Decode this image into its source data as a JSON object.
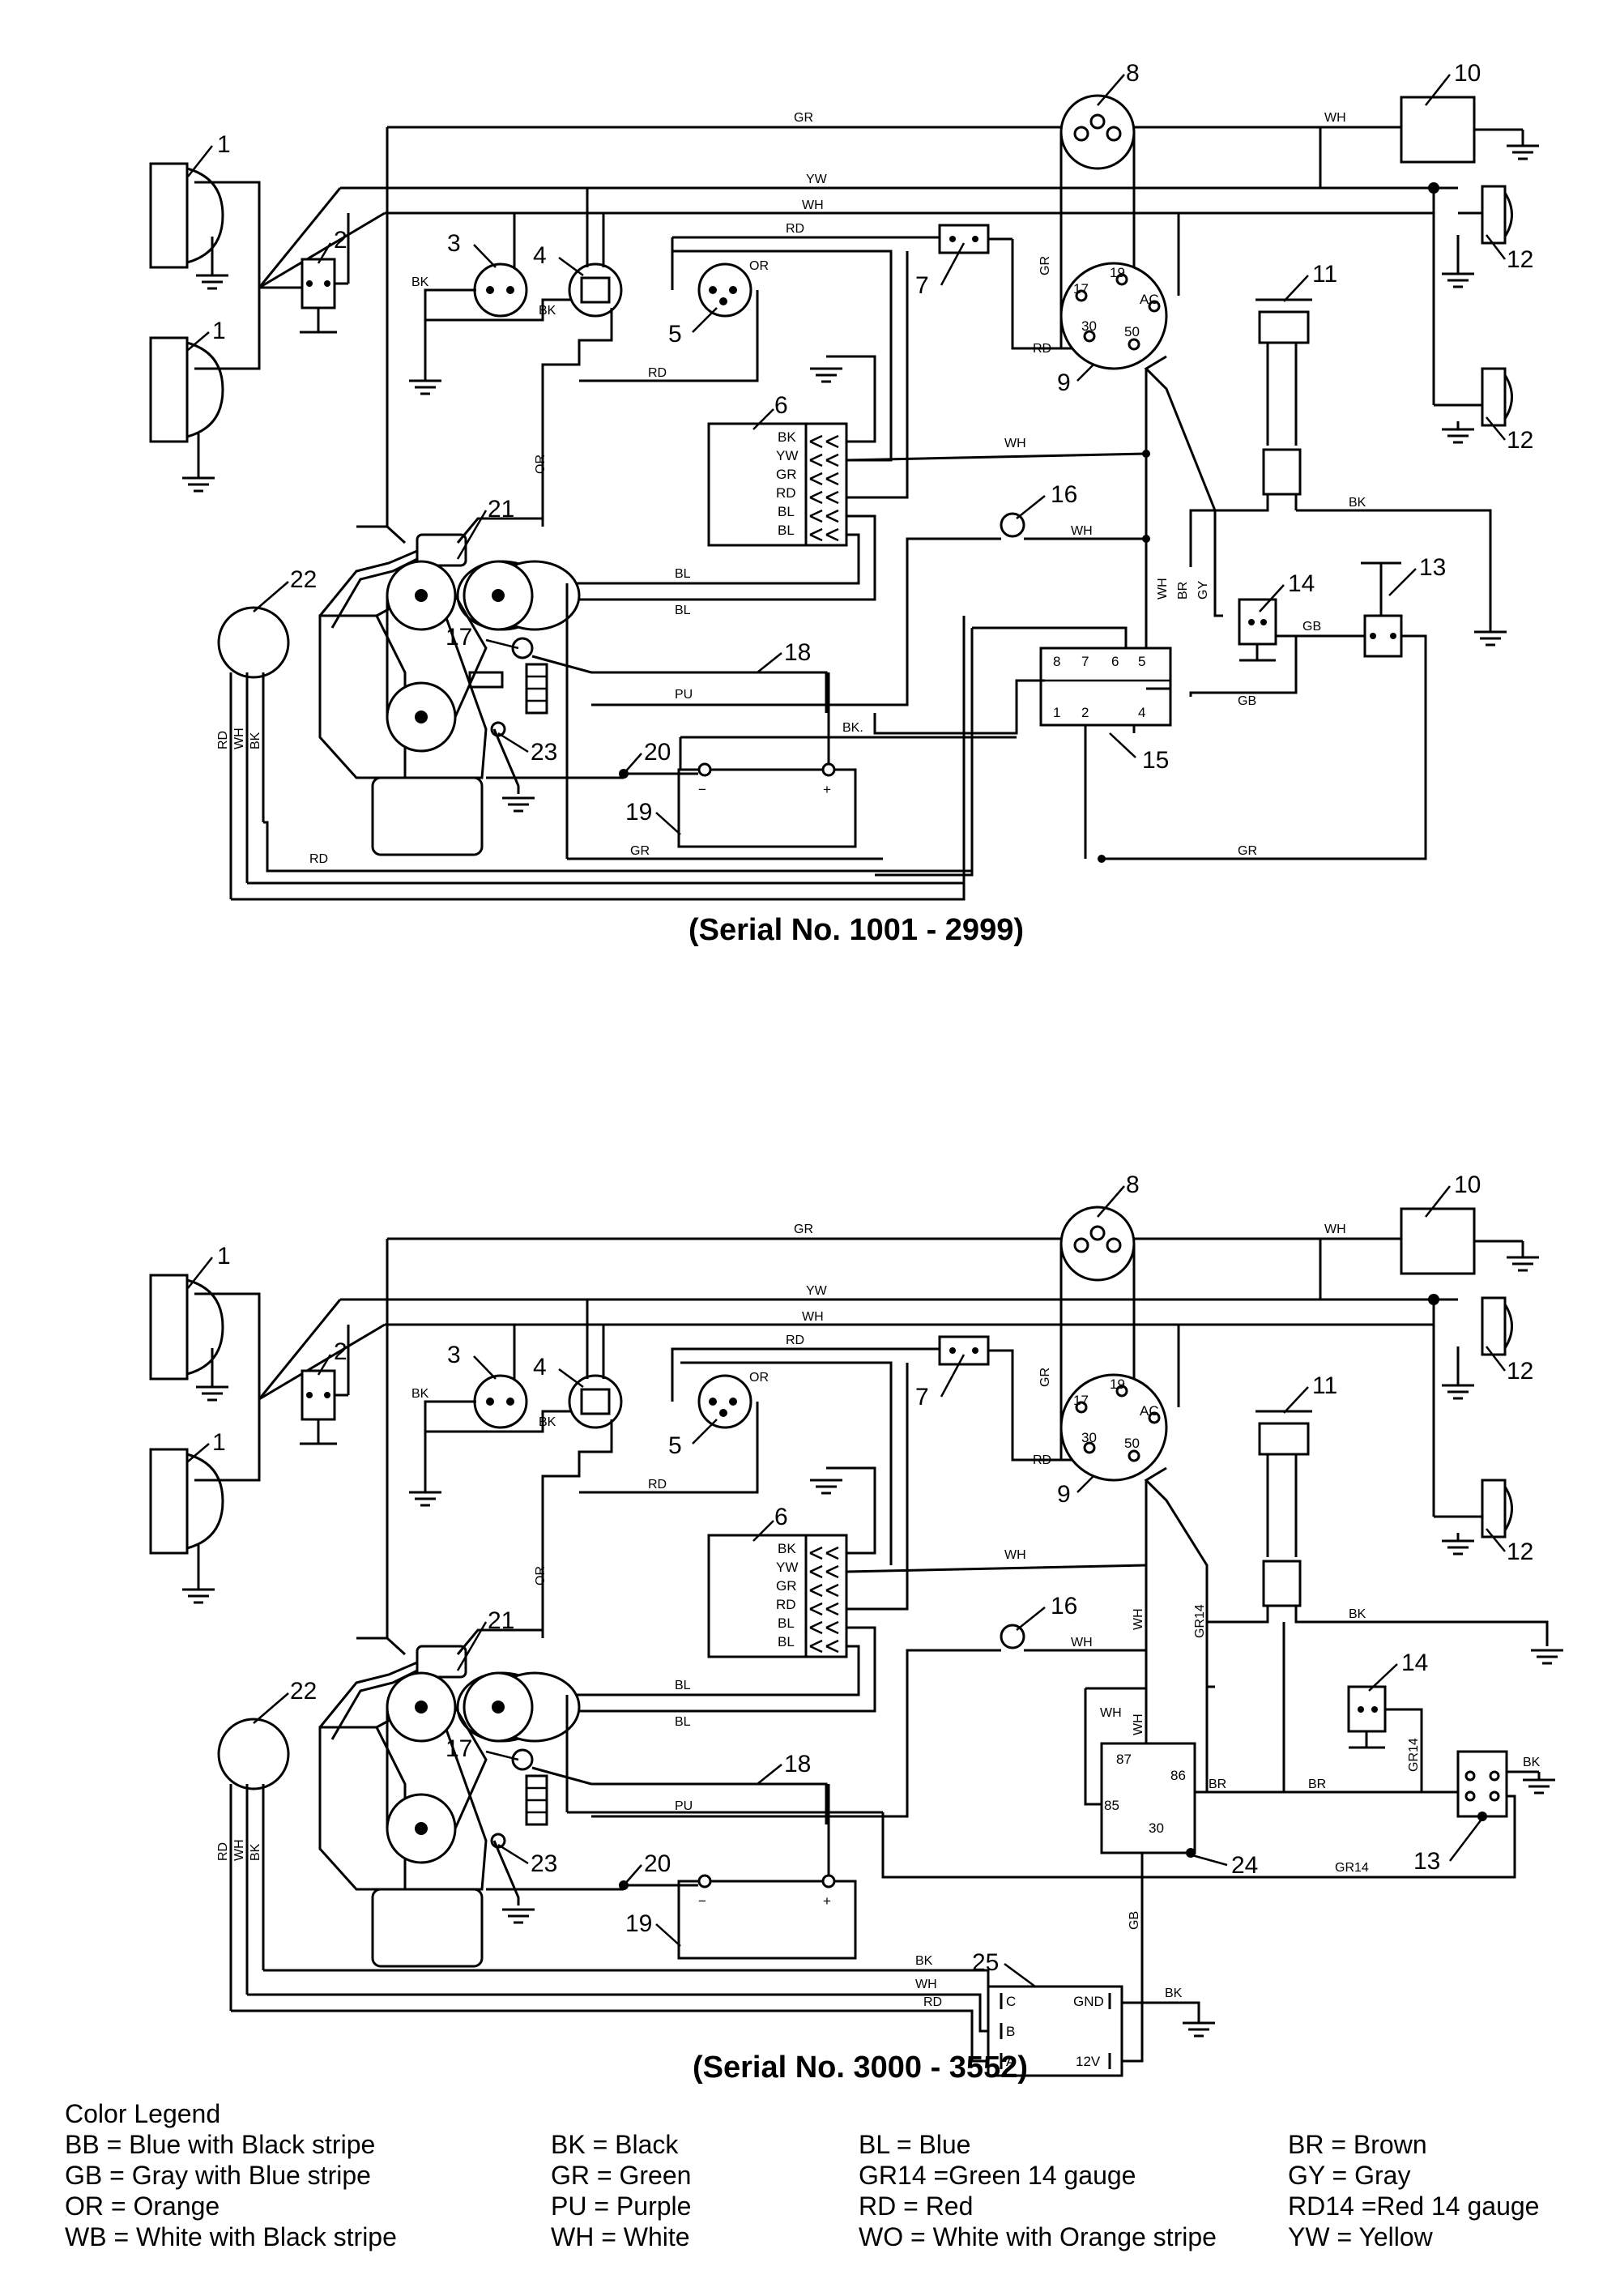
{
  "diagrams": [
    {
      "caption": "(Serial No. 1001 - 2999)",
      "wire_labels": {
        "gr_top": "GR",
        "yw_top": "YW",
        "wh_top": "WH",
        "wh_right": "WH",
        "rd_top": "RD",
        "or_left": "OR",
        "or_vertical": "OR",
        "rd_mid": "RD",
        "bk_3": "BK",
        "bk_4": "BK",
        "gr_ign": "GR",
        "rd_ign": "RD",
        "wh_6": "WH",
        "wh_16": "WH",
        "bk_right": "BK",
        "bl_a": "BL",
        "bl_b": "BL",
        "pu": "PU",
        "bk_batt": "BK.",
        "gr_bottom_a": "GR",
        "gr_bottom_b": "GR",
        "rd_bottom": "RD",
        "rd_v": "RD",
        "wh_v": "WH",
        "bk_v": "BK",
        "wh_v2": "WH",
        "br_v": "BR",
        "gy_v": "GY",
        "gb_a": "GB",
        "gb_b": "GB"
      },
      "callouts": [
        "1",
        "1",
        "2",
        "3",
        "4",
        "5",
        "6",
        "7",
        "8",
        "9",
        "10",
        "11",
        "12",
        "12",
        "13",
        "14",
        "15",
        "16",
        "17",
        "18",
        "19",
        "20",
        "21",
        "22",
        "23"
      ],
      "terminals": {
        "switch6": [
          "BK",
          "YW",
          "GR",
          "RD",
          "BL",
          "BL"
        ],
        "ignition": [
          "17",
          "19",
          "30",
          "50",
          "AC"
        ],
        "relay15_top": [
          "8",
          "7",
          "6",
          "5"
        ],
        "relay15_bottom": [
          "1",
          "2",
          "4"
        ],
        "battery": [
          "−",
          "+"
        ]
      }
    },
    {
      "caption": "(Serial No. 3000 - 3552)",
      "wire_labels": {
        "gr_top": "GR",
        "yw_top": "YW",
        "wh_top": "WH",
        "wh_right": "WH",
        "rd_top": "RD",
        "or_left": "OR",
        "or_vertical": "OR",
        "rd_mid": "RD",
        "bk_3": "BK",
        "bk_4": "BK",
        "gr_ign": "GR",
        "rd_ign": "RD",
        "wh_6": "WH",
        "wh_16": "WH",
        "bk_right": "BK",
        "bl_a": "BL",
        "bl_b": "BL",
        "pu": "PU",
        "wh_v": "WH",
        "gr14_a": "GR14",
        "gr14_b": "GR14",
        "gr14_c": "GR14",
        "wh_relay": "WH",
        "wh_relay_v": "WH",
        "br_a": "BR",
        "br_b": "BR",
        "bk_13": "BK",
        "gb_v": "GB",
        "bk_25": "BK",
        "bk_left": "BK",
        "wh_left": "WH",
        "rd_left": "RD",
        "rd_v": "RD",
        "wh_v2": "WH",
        "bk_v": "BK"
      },
      "callouts": [
        "1",
        "1",
        "2",
        "3",
        "4",
        "5",
        "6",
        "7",
        "8",
        "9",
        "10",
        "11",
        "12",
        "12",
        "13",
        "14",
        "16",
        "17",
        "18",
        "19",
        "20",
        "21",
        "22",
        "23",
        "24",
        "25"
      ],
      "terminals": {
        "switch6": [
          "BK",
          "YW",
          "GR",
          "RD",
          "BL",
          "BL"
        ],
        "ignition": [
          "17",
          "19",
          "30",
          "50",
          "AC"
        ],
        "relay24": [
          "87",
          "86",
          "85",
          "30"
        ],
        "module25": [
          "C",
          "B",
          "A",
          "GND",
          "12V"
        ],
        "battery": [
          "−",
          "+"
        ]
      }
    }
  ],
  "legend": {
    "title": "Color Legend",
    "entries": [
      "BB = Blue with Black stripe",
      "BK = Black",
      "BL = Blue",
      "BR = Brown",
      "GB = Gray with Blue stripe",
      "GR = Green",
      "GR14 =Green 14 gauge",
      "GY = Gray",
      "OR = Orange",
      "PU = Purple",
      "RD = Red",
      "RD14 =Red 14 gauge",
      "WB = White with Black stripe",
      "WH = White",
      "WO = White with Orange stripe",
      "YW = Yellow"
    ]
  }
}
